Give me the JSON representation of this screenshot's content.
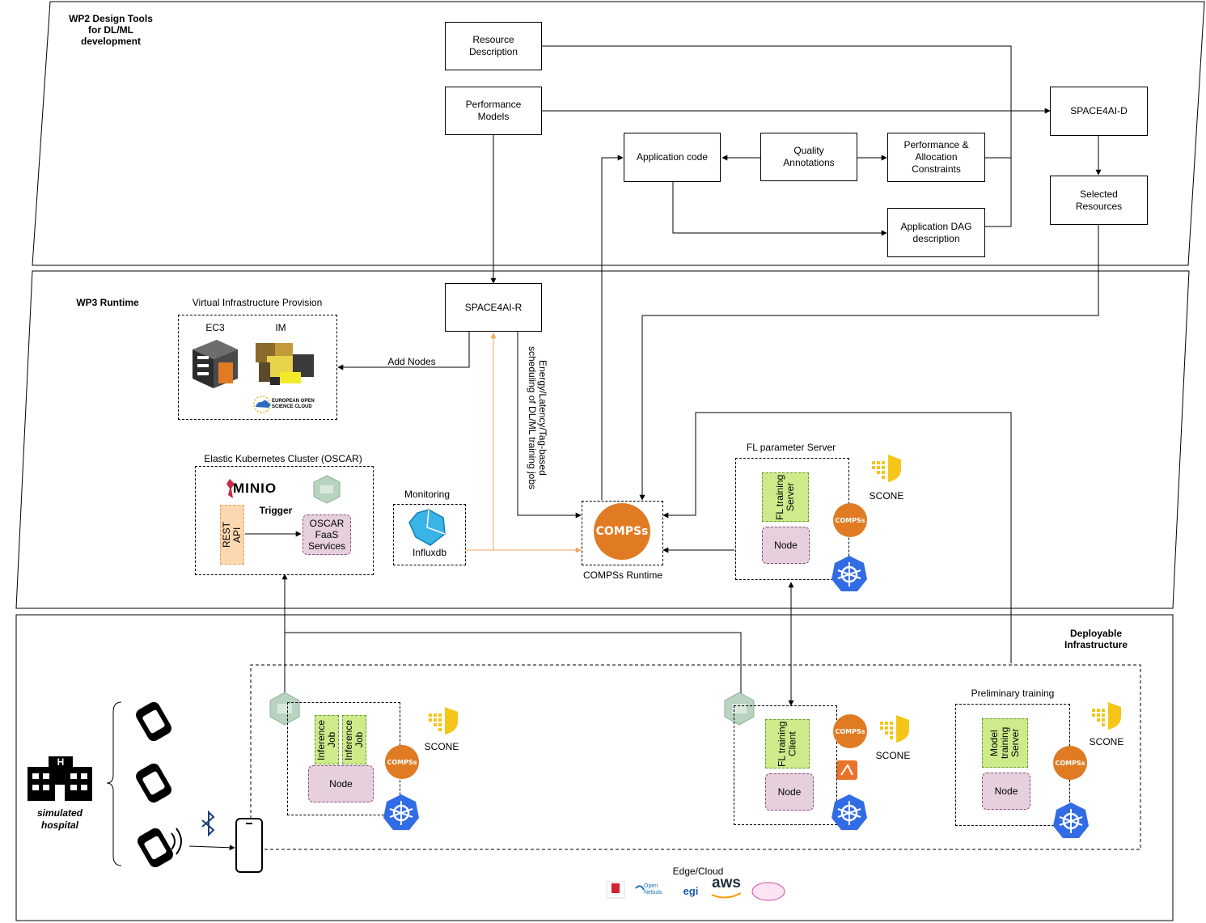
{
  "layers": {
    "wp2": "WP2 Design Tools\nfor DL/ML\ndevelopment",
    "wp3": "WP3 Runtime",
    "deployable": "Deployable\nInfrastructure"
  },
  "wp2_boxes": {
    "resource_description": "Resource\nDescription",
    "performance_models": "Performance\nModels",
    "application_code": "Application code",
    "quality_annotations": "Quality\nAnnotations",
    "perf_alloc_constraints": "Performance &\nAllocation\nConstraints",
    "application_dag": "Application DAG\ndescription",
    "space4ai_d": "SPACE4AI-D",
    "selected_resources": "Selected\nResources"
  },
  "wp3": {
    "space4ai_r": "SPACE4AI-R",
    "vip_title": "Virtual Infrastructure Provision",
    "ec3": "EC3",
    "im": "IM",
    "eosc": "EUROPEAN OPEN\nSCIENCE CLOUD",
    "add_nodes": "Add Nodes",
    "scheduling": "Energy/Latency/Tag-based\nscheduling of DL/ML training jobs",
    "eks_title": "Elastic Kubernetes Cluster (OSCAR)",
    "minio": "MINIO",
    "trigger": "Trigger",
    "rest_api": "REST\nAPI",
    "oscar_faas": "OSCAR\nFaaS\nServices",
    "monitoring": "Monitoring",
    "influxdb": "Influxdb",
    "compss_runtime": "COMPSs Runtime",
    "fl_param_server": "FL parameter Server",
    "fl_training_server": "FL training\nServer",
    "node": "Node",
    "scone": "SCONE"
  },
  "deploy": {
    "simulated_hospital": "simulated\nhospital",
    "inference_job": "Inference\nJob",
    "fl_training_client": "FL training\nClient",
    "preliminary_training": "Preliminary training",
    "model_training_server": "Model\ntraining\nServer",
    "node": "Node",
    "scone": "SCONE",
    "edge_cloud": "Edge/Cloud",
    "compss": "COMPSs",
    "hospital_sign": "H"
  },
  "logos": {
    "opennebula": "Open\nNebula",
    "egi": "egi",
    "aws": "aws"
  },
  "colors": {
    "orange_arrow": "#f5a65b",
    "compss": "#e07b24",
    "k8s": "#326ce5",
    "green_job": "#cdeb8b",
    "node_pink": "#e6d0de",
    "rest_api": "#fcd7b0",
    "scone": "#f5c518"
  }
}
